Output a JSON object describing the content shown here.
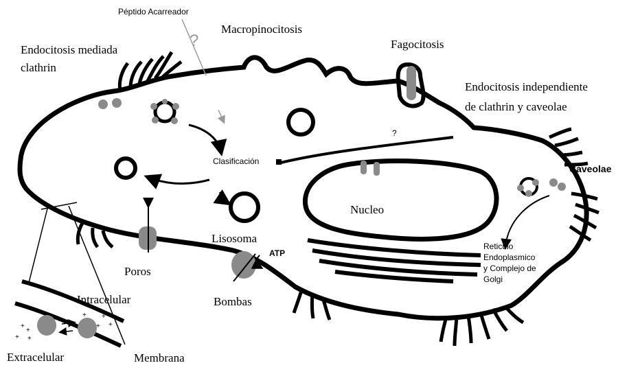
{
  "labels": {
    "peptido": "Péptido Acarreador",
    "question_top": "?",
    "macropinocitosis": "Macropinocitosis",
    "fagocitosis": "Fagocitosis",
    "endocitosis_clathrin_l1": "Endocitosis mediada",
    "endocitosis_clathrin_l2": "clathrin",
    "endocitosis_indep_l1": "Endocitosis independiente",
    "endocitosis_indep_l2": "de clathrin y caveolae",
    "question_mid": "?",
    "clasificacion": "Clasificación",
    "caveolae": "Caveolae",
    "nucleo": "Nucleo",
    "lisosoma": "Lisosoma",
    "atp": "ATP",
    "poros": "Poros",
    "bombas": "Bombas",
    "reticulo_l1": "Reticulo",
    "reticulo_l2": "Endoplasmico",
    "reticulo_l3": "y Complejo de",
    "reticulo_l4": "Golgi",
    "intracelular": "Intracelular",
    "extracelular": "Extracelular",
    "membrana": "Membrana"
  },
  "colors": {
    "ink": "#000000",
    "protein": "#8a8a8a",
    "arrow_gray": "#9a9a9a"
  }
}
